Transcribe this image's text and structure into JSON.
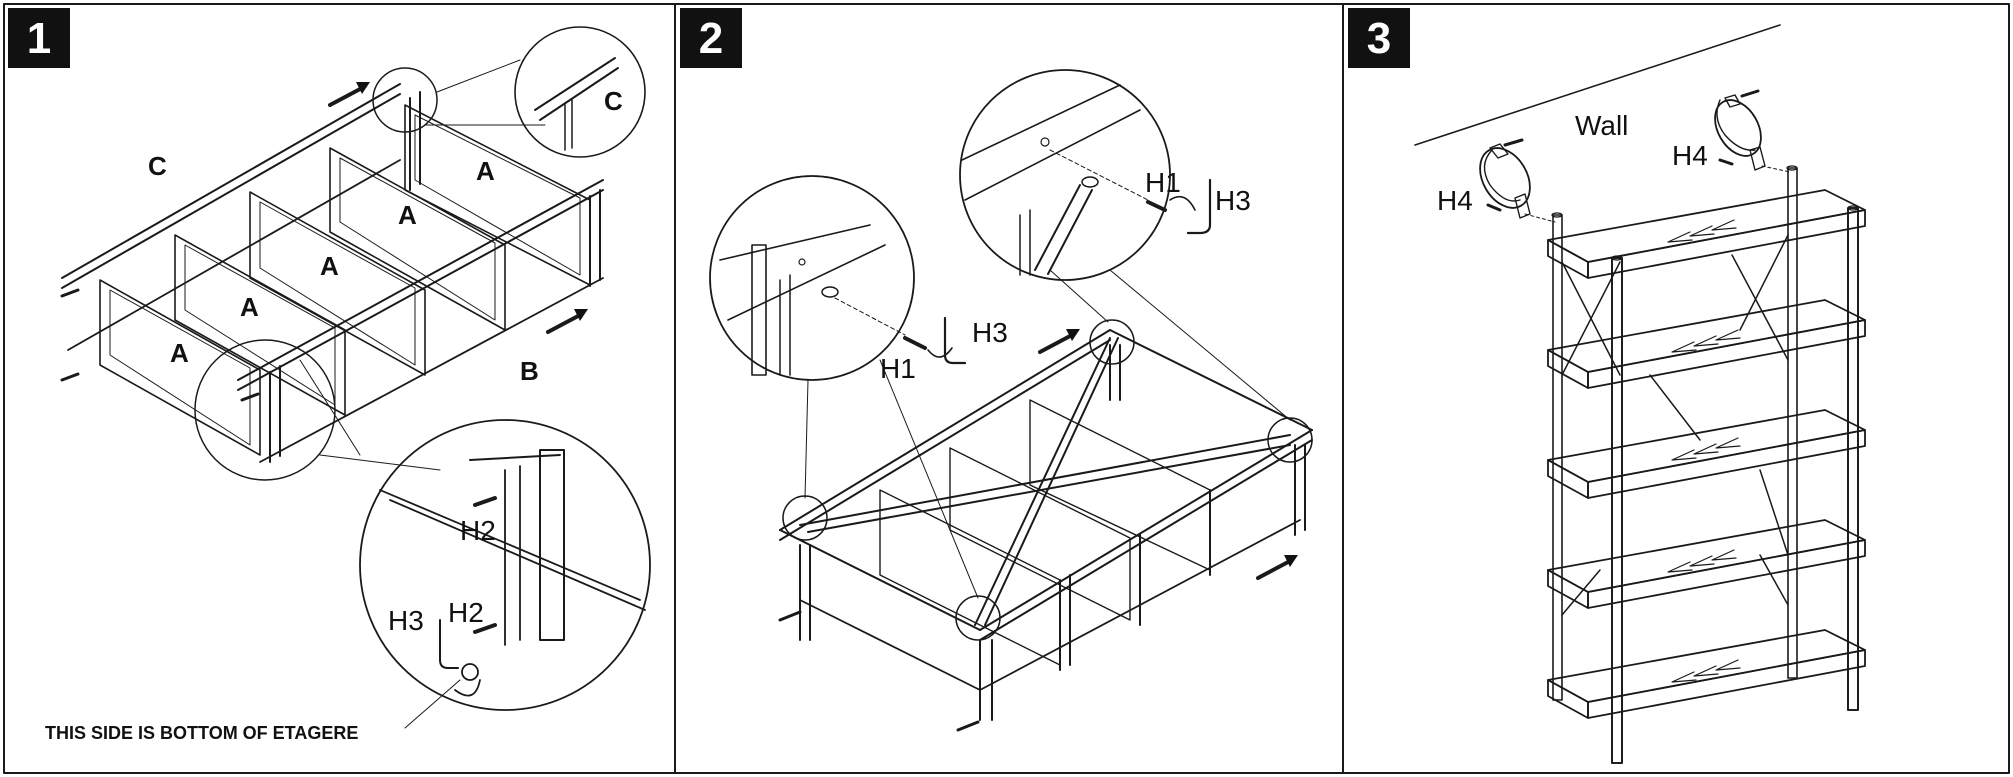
{
  "steps": [
    {
      "number": "1",
      "labels": {
        "a1": "A",
        "a2": "A",
        "a3": "A",
        "a4": "A",
        "a5": "A",
        "b": "B",
        "c_main": "C",
        "c_zoom": "C",
        "h2_upper": "H2",
        "h2_lower": "H2",
        "h3": "H3"
      },
      "note": "THIS SIDE IS BOTTOM OF ETAGERE"
    },
    {
      "number": "2",
      "labels": {
        "h1_left": "H1",
        "h3_left": "H3",
        "h1_right": "H1",
        "h3_right": "H3"
      }
    },
    {
      "number": "3",
      "labels": {
        "wall": "Wall",
        "h4_left": "H4",
        "h4_right": "H4"
      }
    }
  ],
  "colors": {
    "line": "#1a1a1a",
    "badge": "#111111",
    "background": "#ffffff"
  }
}
